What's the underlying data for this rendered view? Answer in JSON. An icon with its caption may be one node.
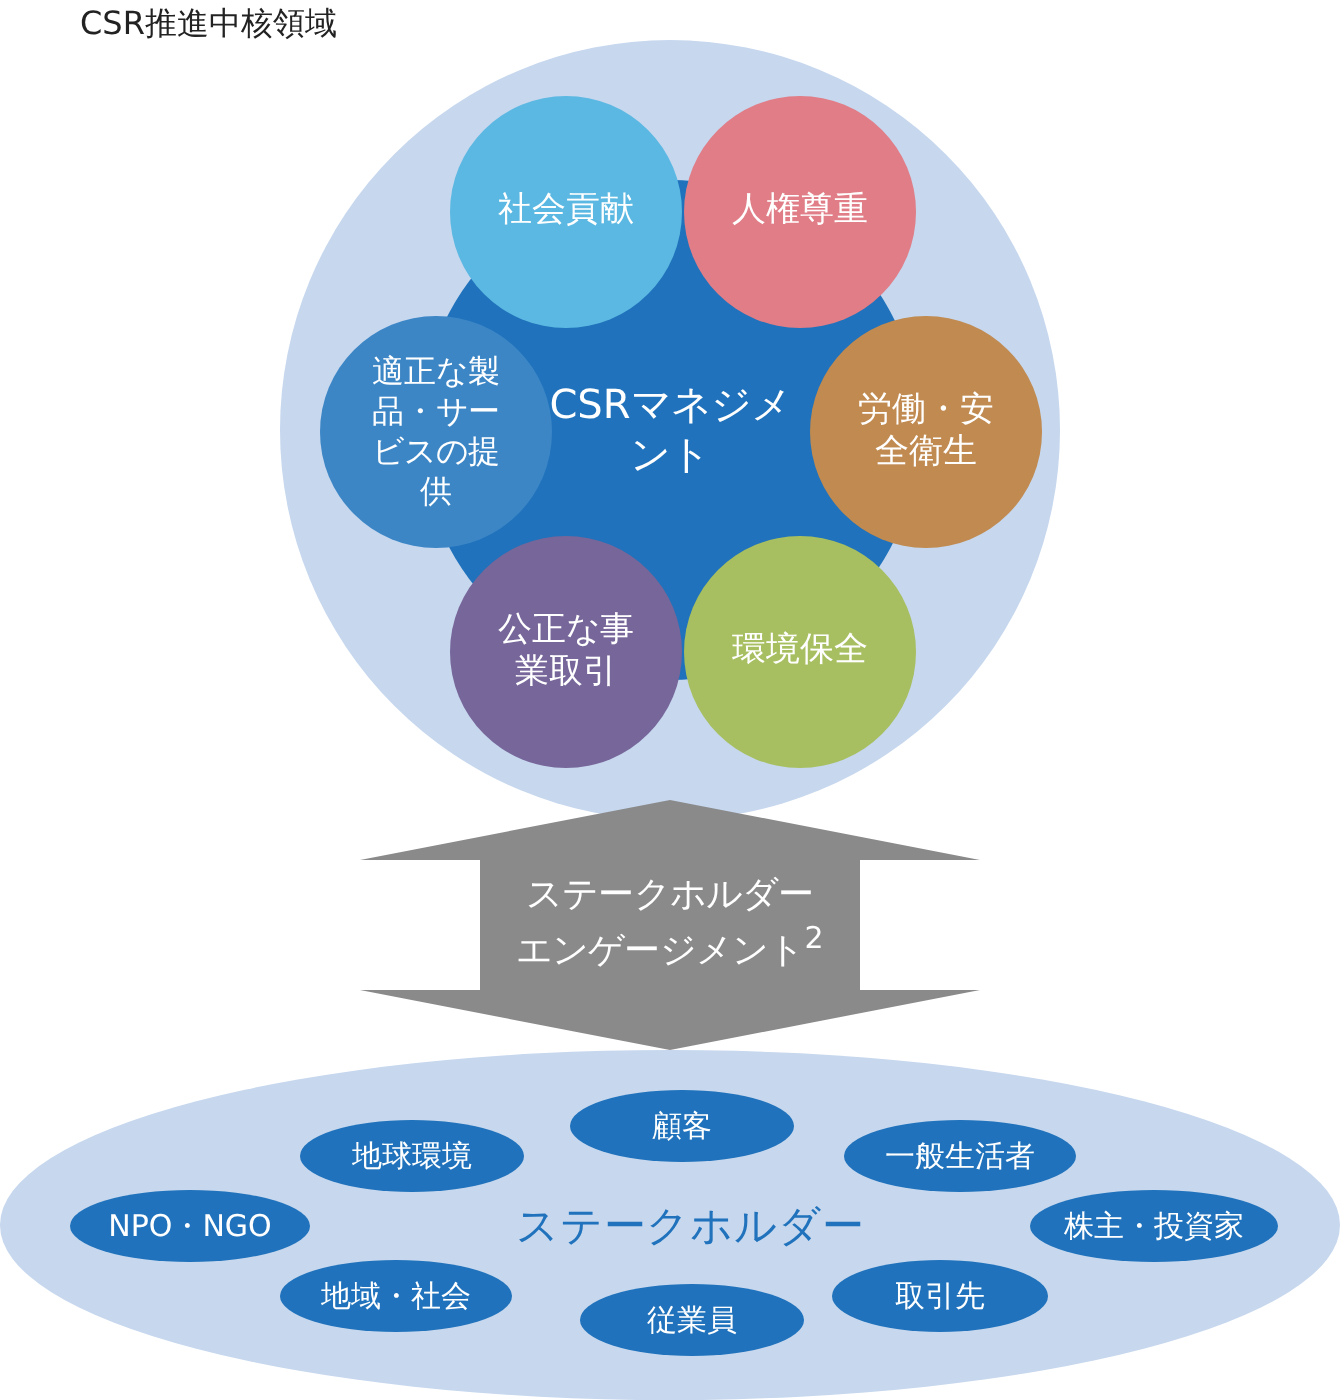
{
  "diagram": {
    "nodes": [
      {
        "text": [
          "CSR推進中核領域"
        ]
      },
      {
        "text": [
          "CSRマネジメント"
        ],
        "in": 0
      },
      {
        "text": [
          "社会貢献"
        ],
        "in": 0
      },
      {
        "text": [
          "人権尊重"
        ],
        "in": 0
      },
      {
        "text": [
          "適正な製品・サービスの提供"
        ],
        "in": 0
      },
      {
        "text": [
          "労働・安全衛生"
        ],
        "in": 0
      },
      {
        "text": [
          "公正な事業取引"
        ],
        "in": 0
      },
      {
        "text": [
          "環境保全"
        ],
        "in": 0
      },
      {
        "text": [
          "ステークホルダーエンゲージメント$^{2}$"
        ]
      },
      {
        "text": [
          "ステークホルダー"
        ]
      },
      {
        "text": [
          "顧客"
        ],
        "in": 9
      },
      {
        "text": [
          "地球環境"
        ],
        "in": 9
      },
      {
        "text": [
          "一般生活者"
        ],
        "in": 9
      },
      {
        "text": [
          "NPO・NGO"
        ],
        "in": 9
      },
      {
        "text": [
          "株主・投資家"
        ],
        "in": 9
      },
      {
        "text": [
          "地域・社会"
        ],
        "in": 9
      },
      {
        "text": [
          "取引先"
        ],
        "in": 9
      },
      {
        "text": [
          "従業員"
        ],
        "in": 9
      }
    ]
  }
}
